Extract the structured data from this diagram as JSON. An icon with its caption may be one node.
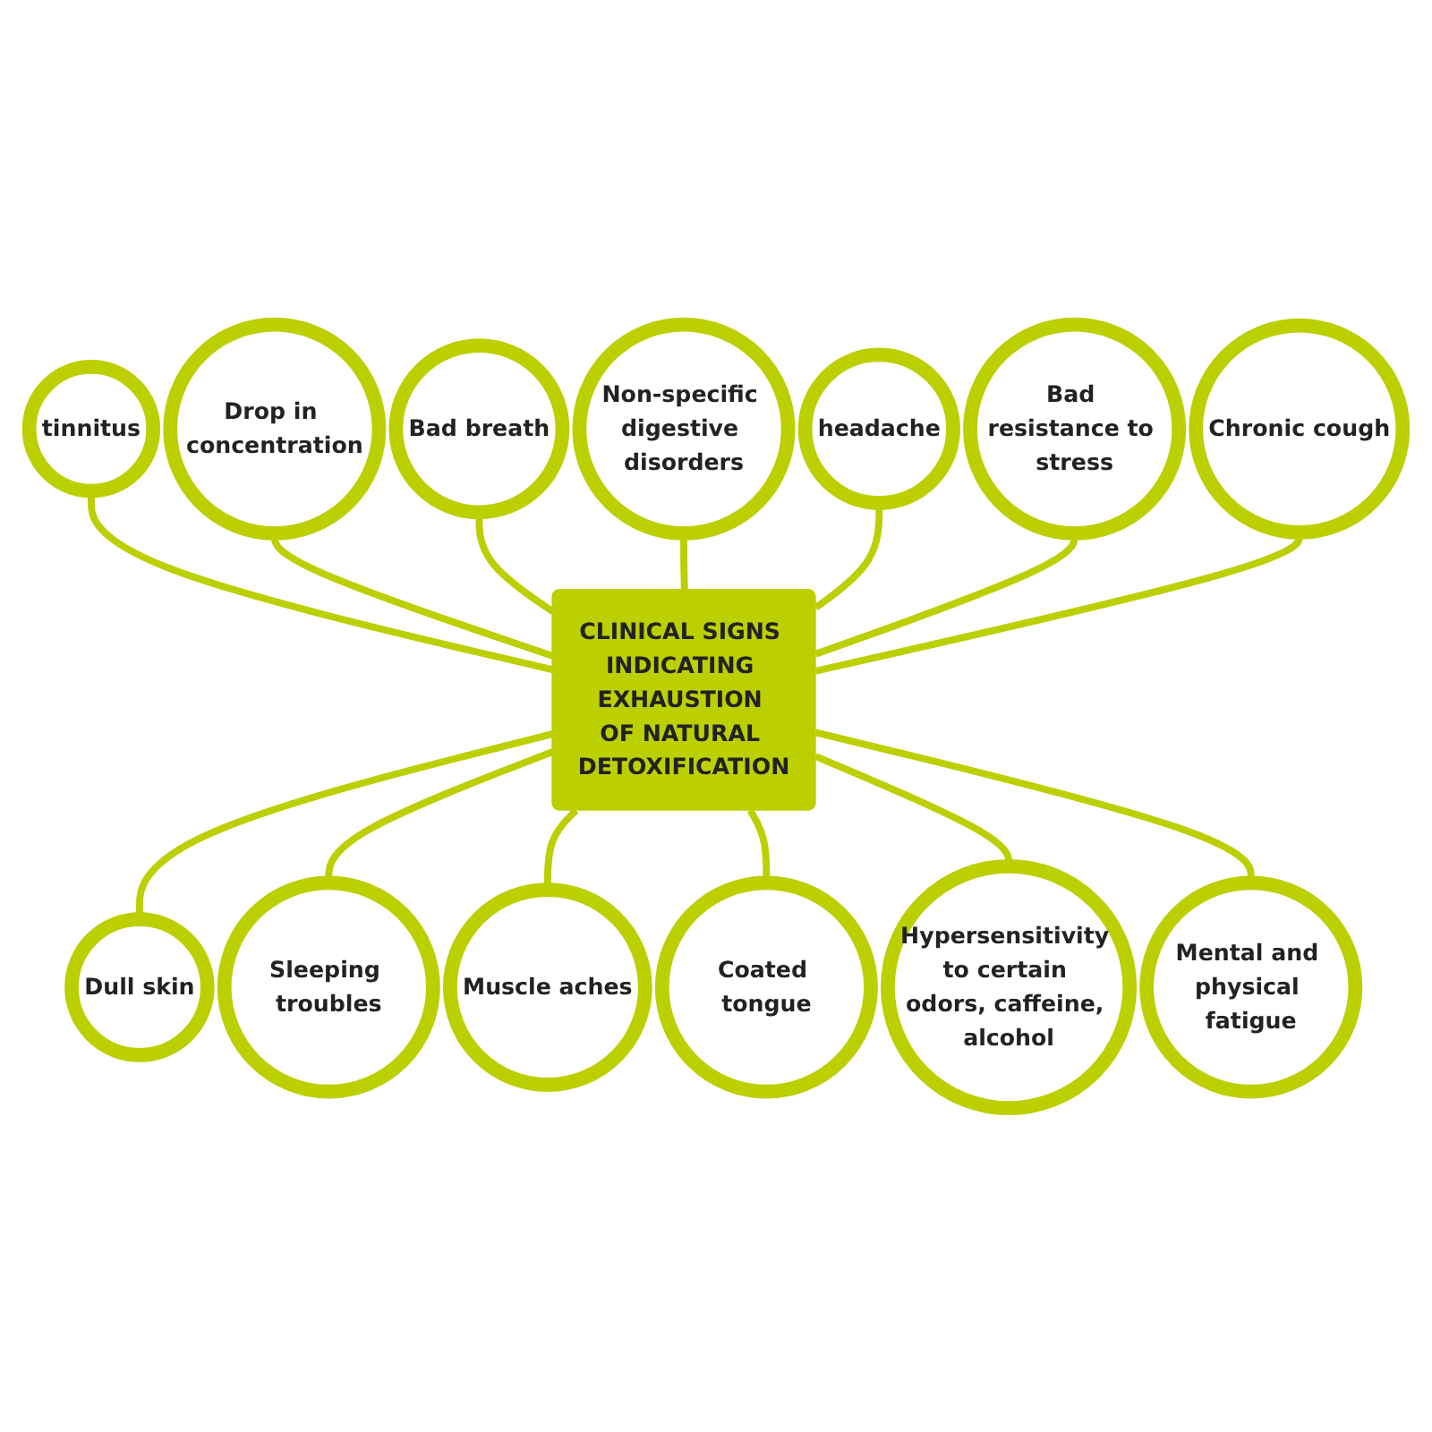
{
  "diagram": {
    "nodes": [
      {
        "text": [
          "Drop in concentration"
        ]
      },
      {
        "text": [
          "Non-specific digestive disorders"
        ]
      },
      {
        "text": [
          "Bad resistance to stress"
        ]
      },
      {
        "text": [
          "tinnitus"
        ]
      },
      {
        "text": [
          "Bad breath"
        ]
      },
      {
        "text": [
          "headache"
        ]
      },
      {
        "text": [
          "Chronic cough"
        ]
      },
      {
        "text": [
          "CLINICAL SIGNS INDICATING EXHAUSTION OF NATURAL DETOXIFICATION"
        ]
      },
      {
        "text": [
          "Dull skin"
        ]
      },
      {
        "text": [
          "Muscle aches"
        ]
      },
      {
        "text": [
          "Coated tongue"
        ]
      },
      {
        "text": [
          "Mental and physical fatigue"
        ]
      },
      {
        "text": [
          "Sleeping troubles"
        ]
      },
      {
        "text": [
          "Hypersensitivity to certain odors, caffeine, alcohol"
        ]
      }
    ],
    "edges": [
      {
        "from": 3,
        "to": 7,
        "arrow": "none"
      },
      {
        "from": 0,
        "to": 7,
        "arrow": "none"
      },
      {
        "from": 4,
        "to": 7,
        "arrow": "none"
      },
      {
        "from": 1,
        "to": 7,
        "arrow": "none"
      },
      {
        "from": 5,
        "to": 7,
        "arrow": "none"
      },
      {
        "from": 2,
        "to": 7,
        "arrow": "none"
      },
      {
        "from": 6,
        "to": 7,
        "arrow": "none"
      },
      {
        "from": 7,
        "to": 8,
        "arrow": "none"
      },
      {
        "from": 7,
        "to": 12,
        "arrow": "none"
      },
      {
        "from": 7,
        "to": 9,
        "arrow": "none"
      },
      {
        "from": 7,
        "to": 10,
        "arrow": "none"
      },
      {
        "from": 7,
        "to": 13,
        "arrow": "none"
      },
      {
        "from": 7,
        "to": 11,
        "arrow": "none"
      }
    ]
  }
}
